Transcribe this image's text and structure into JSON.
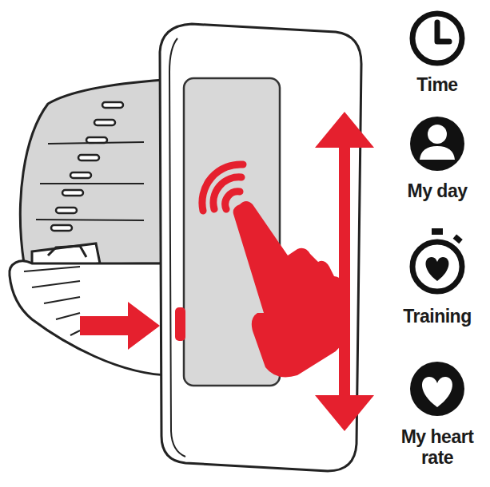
{
  "diagram": {
    "labels": [
      "Time",
      "My day",
      "Training",
      "My heart rate"
    ]
  }
}
